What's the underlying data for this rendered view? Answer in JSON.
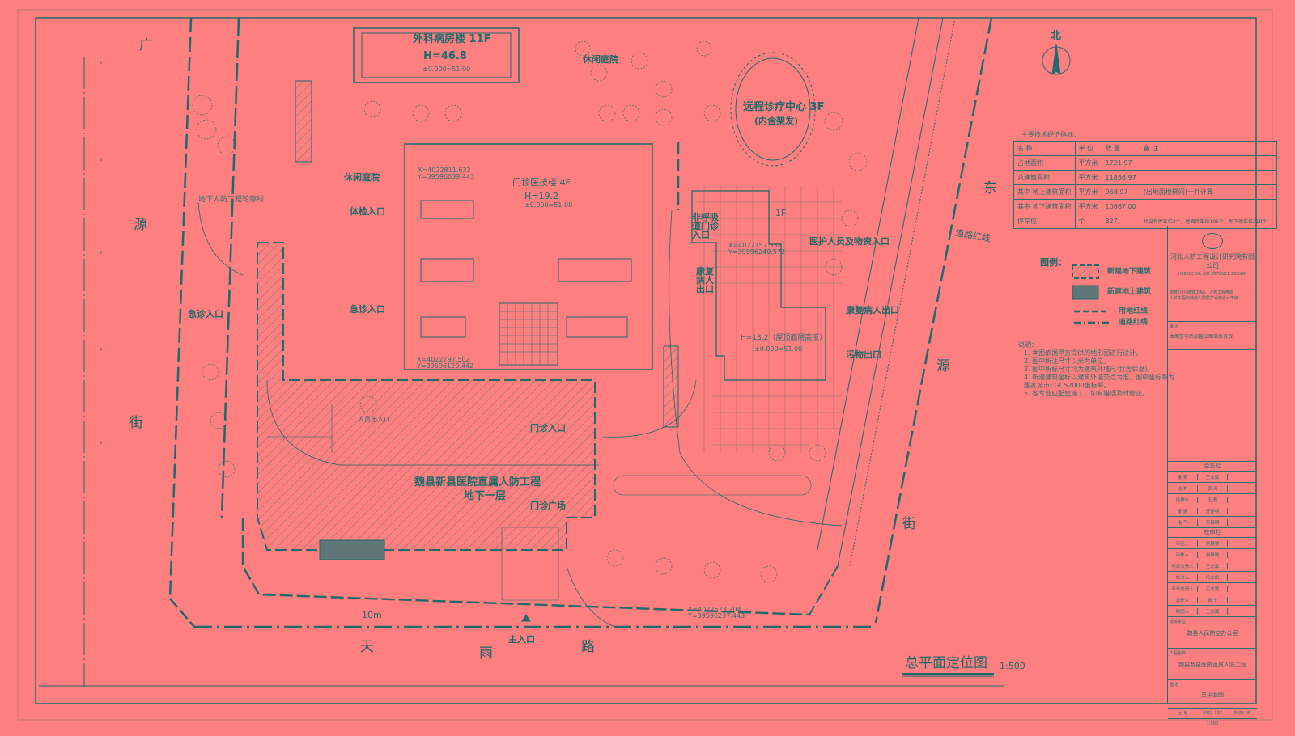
{
  "drawing": {
    "title": "总平面定位图",
    "scale": "1:500",
    "north_label": "北",
    "roads": {
      "west": [
        "广",
        "源",
        "街"
      ],
      "south": [
        "天",
        "雨",
        "路"
      ],
      "east": [
        "东",
        "源",
        "街"
      ]
    },
    "main_entrance": "主入口",
    "road_width": "10m",
    "road_red_line_label": "道路红线"
  },
  "buildings": {
    "surgical": {
      "name": "外科病房楼 11F",
      "height": "H=46.8",
      "elev": "±0.000=51.00"
    },
    "outpatient": {
      "name": "门诊医技楼 4F",
      "height": "H=19.2",
      "elev": "±0.000=51.00"
    },
    "telemedicine": {
      "name": "远程诊疗中心 3F",
      "note": "(内含架发)"
    },
    "rehab": {
      "height": "H=13.2（屋顶面层高度）",
      "elev": "±0.000=51.00",
      "floor": "1F"
    },
    "civil_defense": {
      "name": "魏县新县医院直属人防工程",
      "level": "地下一层"
    }
  },
  "labels": {
    "leisure_garden_1": "休闲庭院",
    "leisure_garden_2": "休闲庭院",
    "physical_exam_entrance": "体检入口",
    "emergency_entrance_1": "急诊入口",
    "emergency_entrance_2": "急诊入口",
    "outpatient_entrance": "门诊入口",
    "outpatient_plaza": "门诊广场",
    "medical_staff_entrance": "医护人员及物资入口",
    "non_respiratory_entrance": "非呼吸道门诊入口",
    "rehab_exit_1": "康复病人出口",
    "rehab_exit_2": "康复病人出口",
    "waste_exit": "污物出口",
    "underground_outline": "地下人防工程轮廓线",
    "personnel_entrance": "人员出入口",
    "coords": [
      "X=4022811.632",
      "Y=39596039.443",
      "X=4022797.502",
      "Y=39596120.442",
      "X=4022757.532",
      "Y=39596240.572",
      "X=4022523.204",
      "Y=39596237.443"
    ]
  },
  "tech_table": {
    "caption": "主要技术经济指标：",
    "headers": [
      "名 称",
      "单 位",
      "数 量",
      "备 注"
    ],
    "rows": [
      [
        "占地面积",
        "平方米",
        "1721.97",
        ""
      ],
      [
        "总建筑面积",
        "平方米",
        "11836.97",
        ""
      ],
      [
        "其中 地上建筑面积",
        "平方米",
        "968.97",
        "(出地面楼梯间)一并计算"
      ],
      [
        "其中 地下建筑面积",
        "平方米",
        "10867.00",
        ""
      ],
      [
        "停车位",
        "个",
        "327",
        "共设有停车位3个，地面停车位105个，地下停车位219个"
      ]
    ]
  },
  "legend": {
    "title": "图例：",
    "items": [
      "新建地下建筑",
      "新建地上建筑",
      "用地红线",
      "道路红线"
    ]
  },
  "notes": {
    "title": "说明：",
    "items": [
      "1. 本图依据甲方提供的地形图进行设计。",
      "2. 图中所注尺寸以米为单位。",
      "3. 图中所标尺寸均为建筑外墙尺寸(含保温)。",
      "4. 新建建筑坐标以建筑外墙交点为准，图中坐标系为",
      "   国家城市CGCS2000坐标系。",
      "5. 各专业应配合施工，如有错误及时修正。"
    ]
  },
  "title_block": {
    "company": "河北人防工程设计研究院有限公司",
    "company_en": "HEBEI CIVIL AIR DEFENCE DESIGN",
    "cert1": "建筑行业(建筑工程)、人防工程甲级",
    "cert2": "人防工程和其他人防防护设施设计甲级",
    "remark_label": "备注：",
    "remark": "本图签字后加盖出图章后有效",
    "sign_header": "会签栏",
    "sign_rows": [
      [
        "建 筑",
        "王志斌"
      ],
      [
        "结 构",
        "郭 涛"
      ],
      [
        "给排水",
        "王 磊"
      ],
      [
        "暖 通",
        "任佳明"
      ],
      [
        "电 气",
        "宋振明"
      ]
    ],
    "review_header": "校审栏",
    "review_rows": [
      [
        "审定人",
        "刘振锐"
      ],
      [
        "审核人",
        "刘振锐"
      ],
      [
        "项目负责人",
        "王志斌"
      ],
      [
        "校对人",
        "冯志凯"
      ],
      [
        "专业负责人",
        "王志斌"
      ],
      [
        "设计人",
        "魏 宁"
      ],
      [
        "制图人",
        "王志斌"
      ]
    ],
    "client_label": "建设单位",
    "client": "魏县人民防空办公室",
    "project_label": "工程名称",
    "project": "魏县新县医院直属人防工程",
    "drawing_label": "图 名",
    "drawing_name": "总平面图",
    "job_no_label": "工 号",
    "job_no": "2022-107",
    "date": "2022.06",
    "scale": "1:500"
  },
  "colors": {
    "background": "#fd7f7f",
    "line": "#1f6a6a"
  }
}
